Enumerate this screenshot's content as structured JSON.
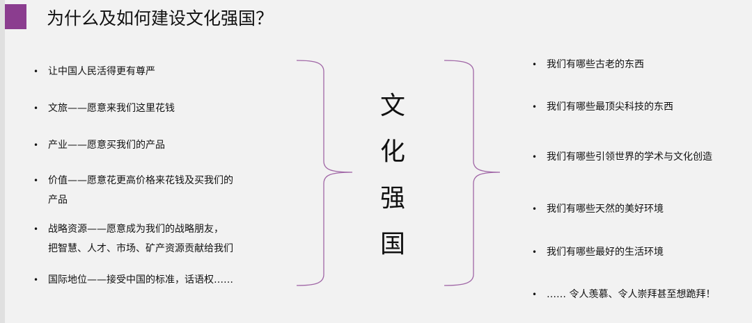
{
  "title": "为什么及如何建设文化强国？",
  "colors": {
    "accent": "#8b3d8f",
    "brace": "#a066a6"
  },
  "left_items": [
    "让中国人民活得更有尊严",
    "文旅——愿意来我们这里花钱",
    "产业——愿意买我们的产品",
    "价值——愿意花更高价格来花钱及买我们的",
    "产品",
    "战略资源——愿意成为我们的战略朋友，",
    "把智慧、人才、市场、矿产资源贡献给我们",
    "国际地位——接受中国的标准，话语权……"
  ],
  "center_chars": [
    "文",
    "化",
    "强",
    "国"
  ],
  "right_items": [
    "我们有哪些古老的东西",
    "我们有哪些最顶尖科技的东西",
    "我们有哪些引领世界的学术与文化创造",
    "我们有哪些天然的美好环境",
    "我们有哪些最好的生活环境",
    "……  令人羡慕、令人崇拜甚至想跪拜！"
  ],
  "bullet": "•"
}
